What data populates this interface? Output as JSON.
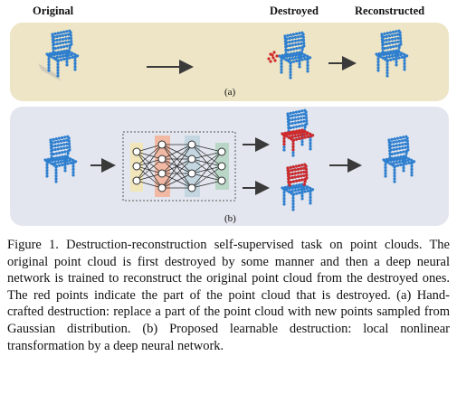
{
  "headers": {
    "original": "Original",
    "destroyed": "Destroyed",
    "reconstructed": "Reconstructed"
  },
  "panel_a": {
    "label": "(a)"
  },
  "panel_b": {
    "label": "(b)"
  },
  "colors": {
    "panel_a_bg": "#ede5c6",
    "panel_b_bg": "#e3e6ee",
    "point_blue": "#2f7fcf",
    "point_red": "#d02a2a",
    "arrow": "#3a3a3a"
  },
  "caption": {
    "text": "Figure 1. Destruction-reconstruction self-supervised task on point clouds. The original point cloud is first destroyed by some manner and then a deep neural network is trained to reconstruct the original point cloud from the destroyed ones. The red points indicate the part of the point cloud that is destroyed. (a) Hand-crafted destruction: replace a part of the point cloud with new points sampled from Gaussian distribution. (b) Proposed learnable destruction: local nonlinear transformation by a deep neural network."
  }
}
